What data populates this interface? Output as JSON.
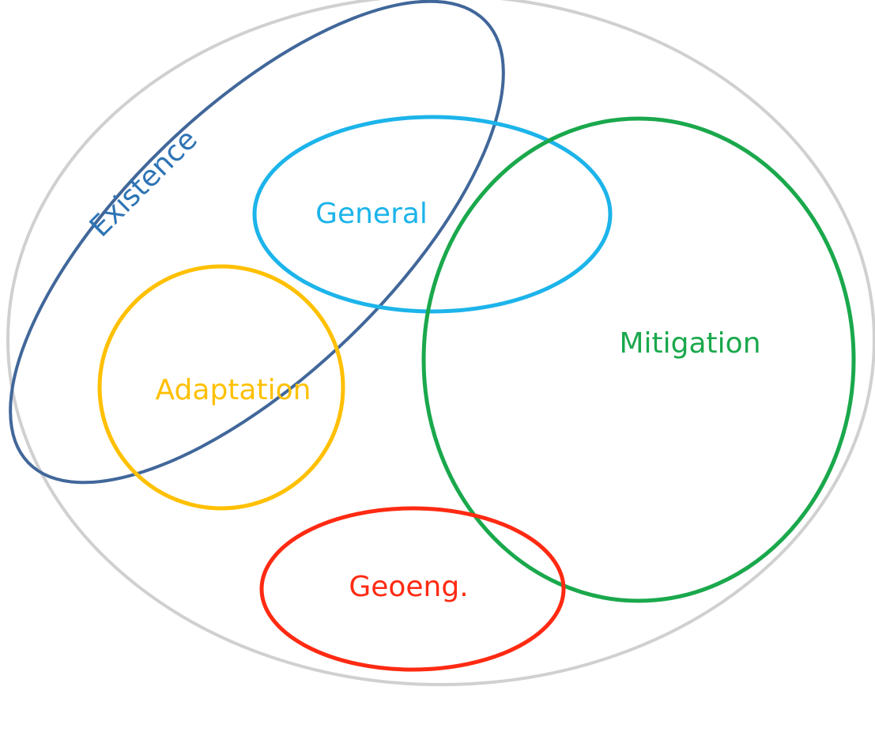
{
  "diagram": {
    "type": "venn",
    "sets": [
      {
        "id": "universe",
        "label": "",
        "color": "#d0d0d0"
      },
      {
        "id": "existence",
        "label": "Existence",
        "color": "#41679a",
        "text_color": "#2e74b5"
      },
      {
        "id": "general",
        "label": "General",
        "color": "#1cb4ea",
        "text_color": "#1cb4ea"
      },
      {
        "id": "adaptation",
        "label": "Adaptation",
        "color": "#ffc000",
        "text_color": "#ffc000"
      },
      {
        "id": "mitigation",
        "label": "Mitigation",
        "color": "#1aa84c",
        "text_color": "#1aa84c"
      },
      {
        "id": "geoeng",
        "label": "Geoeng.",
        "color": "#ff2a12",
        "text_color": "#ff2a12"
      }
    ]
  }
}
